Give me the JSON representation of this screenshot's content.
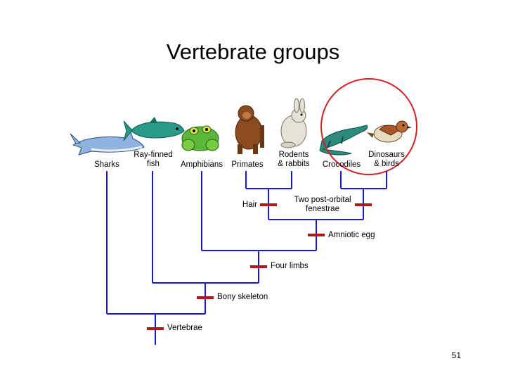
{
  "title": "Vertebrate groups",
  "taxa": [
    {
      "id": "sharks",
      "label": "Sharks"
    },
    {
      "id": "ray-finned-fish",
      "label": "Ray-finned\nfish"
    },
    {
      "id": "amphibians",
      "label": "Amphibians"
    },
    {
      "id": "primates",
      "label": "Primates"
    },
    {
      "id": "rodents-rabbits",
      "label": "Rodents\n& rabbits"
    },
    {
      "id": "crocodiles",
      "label": "Crocodiles"
    },
    {
      "id": "dinosaurs-birds",
      "label": "Dinosaurs\n& birds"
    }
  ],
  "traits": {
    "hair": "Hair",
    "post_orbital": "Two post-orbital\nfenestrae",
    "amniotic_egg": "Amniotic egg",
    "four_limbs": "Four limbs",
    "bony_skeleton": "Bony skeleton",
    "vertebrae": "Vertebrae"
  },
  "page_number": "51",
  "colors": {
    "branch": "#1a1ad6",
    "trait_mark": "#b01818",
    "highlight_circle": "#d42020"
  }
}
